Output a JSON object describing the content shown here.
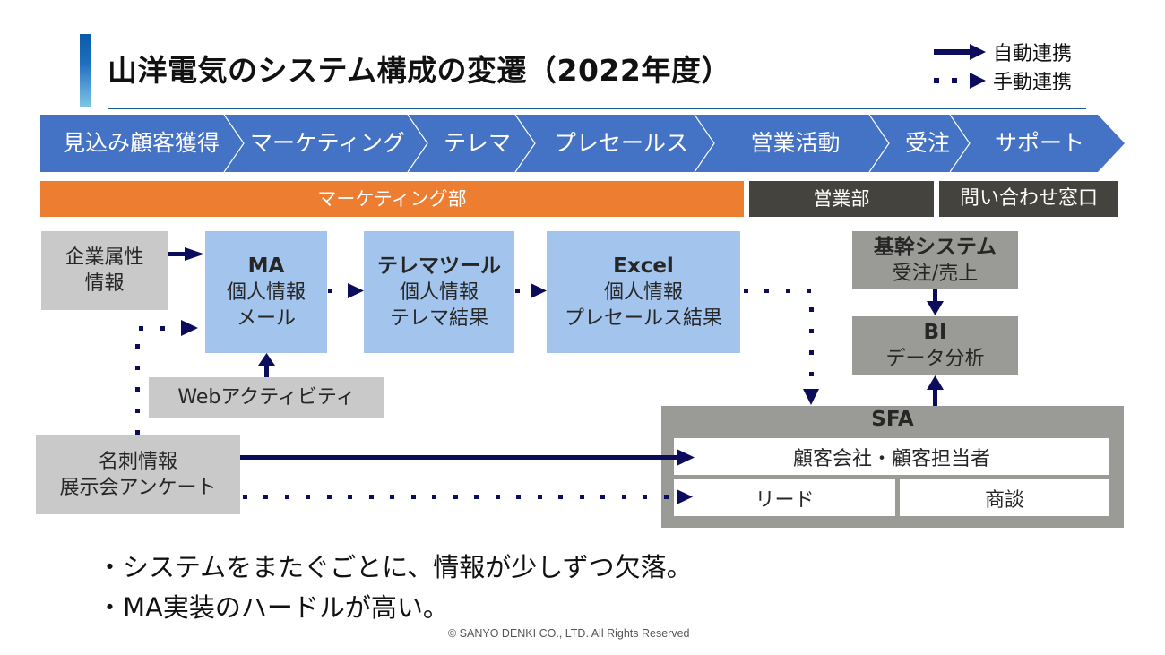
{
  "title": "山洋電気のシステム構成の変遷（2022年度）",
  "legend": {
    "auto": {
      "label": "自動連携",
      "icon": "solid-arrow-icon"
    },
    "manual": {
      "label": "手動連携",
      "icon": "dotted-arrow-icon"
    }
  },
  "colors": {
    "process_blue": "#4472c4",
    "marketing_orange": "#ed7d31",
    "dept_dark": "#44433e",
    "box_gray_light": "#c9c9c9",
    "box_blue_light": "#a3c4ec",
    "box_gray_dark": "#9a9a96",
    "arrow_navy": "#0c0c5c",
    "title_rule": "#1b5f8c"
  },
  "process_steps": [
    "見込み顧客獲得",
    "マーケティング",
    "テレマ",
    "プレセールス",
    "営業活動",
    "受注",
    "サポート"
  ],
  "departments": {
    "marketing": "マーケティング部",
    "sales": "営業部",
    "inquiry": "問い合わせ窓口"
  },
  "sources": {
    "company_attributes": [
      "企業属性",
      "情報"
    ],
    "web_activity": "Webアクティビティ",
    "business_cards": [
      "名刺情報",
      "展示会アンケート"
    ]
  },
  "systems": {
    "ma": {
      "name": "MA",
      "lines": [
        "個人情報",
        "メール"
      ]
    },
    "telema": {
      "name": "テレマツール",
      "lines": [
        "個人情報",
        "テレマ結果"
      ]
    },
    "excel": {
      "name": "Excel",
      "lines": [
        "個人情報",
        "プレセールス結果"
      ]
    },
    "core": {
      "name": "基幹システム",
      "lines": [
        "受注/売上"
      ]
    },
    "bi": {
      "name": "BI",
      "lines": [
        "データ分析"
      ]
    },
    "sfa": {
      "name": "SFA",
      "accounts": "顧客会社・顧客担当者",
      "leads": "リード",
      "deals": "商談"
    }
  },
  "bullets": [
    "・システムをまたぐごとに、情報が少しずつ欠落。",
    "・MA実装のハードルが高い。"
  ],
  "copyright": "© SANYO DENKI CO., LTD. All Rights Reserved"
}
